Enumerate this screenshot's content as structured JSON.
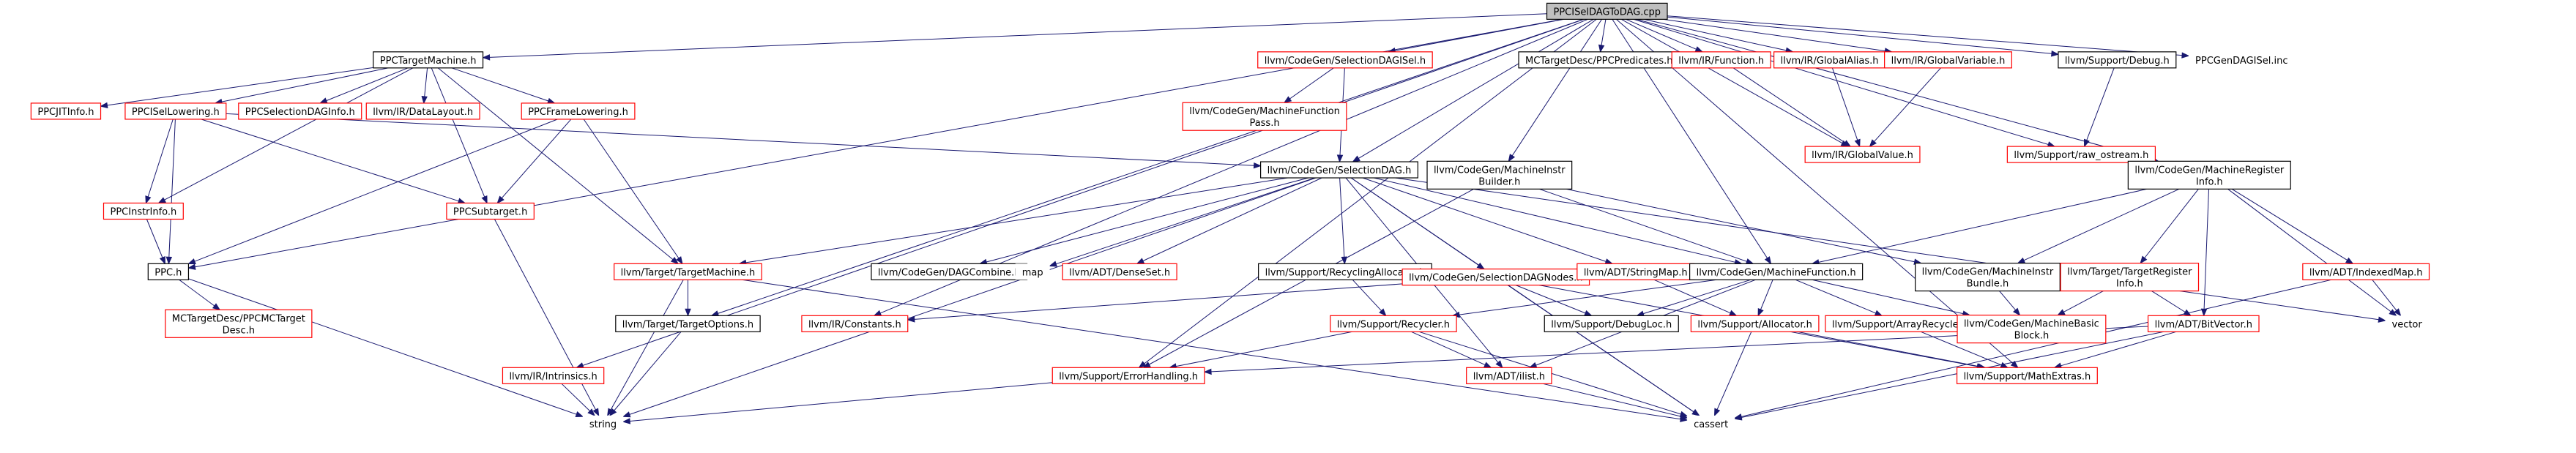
{
  "colors": {
    "root_fill": "#bfbfbf",
    "box_border": "#000000",
    "missing_border": "#ff0000",
    "edge": "#191970",
    "background": "#ffffff"
  },
  "nodes": [
    {
      "id": "root",
      "lines": [
        "PPCISelDAGToDAG.cpp"
      ],
      "style": "root"
    },
    {
      "id": "ppctm",
      "lines": [
        "PPCTargetMachine.h"
      ],
      "style": "normal"
    },
    {
      "id": "cgsdagisel",
      "lines": [
        "llvm/CodeGen/SelectionDAGISel.h"
      ],
      "style": "missing"
    },
    {
      "id": "mcpred",
      "lines": [
        "MCTargetDesc/PPCPredicates.h"
      ],
      "style": "normal"
    },
    {
      "id": "irfunc",
      "lines": [
        "llvm/IR/Function.h"
      ],
      "style": "missing"
    },
    {
      "id": "irgalias",
      "lines": [
        "llvm/IR/GlobalAlias.h"
      ],
      "style": "missing"
    },
    {
      "id": "irgvar",
      "lines": [
        "llvm/IR/GlobalVariable.h"
      ],
      "style": "missing"
    },
    {
      "id": "debug",
      "lines": [
        "llvm/Support/Debug.h"
      ],
      "style": "normal"
    },
    {
      "id": "geninc",
      "lines": [
        "PPCGenDAGISel.inc"
      ],
      "style": "plain"
    },
    {
      "id": "jit",
      "lines": [
        "PPCJITInfo.h"
      ],
      "style": "missing"
    },
    {
      "id": "isellow",
      "lines": [
        "PPCISelLowering.h"
      ],
      "style": "missing"
    },
    {
      "id": "sdinfo",
      "lines": [
        "PPCSelectionDAGInfo.h"
      ],
      "style": "missing"
    },
    {
      "id": "datalayout",
      "lines": [
        "llvm/IR/DataLayout.h"
      ],
      "style": "missing"
    },
    {
      "id": "framelow",
      "lines": [
        "PPCFrameLowering.h"
      ],
      "style": "missing"
    },
    {
      "id": "mfpass",
      "lines": [
        "llvm/CodeGen/MachineFunction",
        "Pass.h"
      ],
      "style": "missing"
    },
    {
      "id": "gvalue",
      "lines": [
        "llvm/IR/GlobalValue.h"
      ],
      "style": "missing"
    },
    {
      "id": "rawos",
      "lines": [
        "llvm/Support/raw_ostream.h"
      ],
      "style": "missing"
    },
    {
      "id": "instrinfo",
      "lines": [
        "PPCInstrInfo.h"
      ],
      "style": "missing"
    },
    {
      "id": "subtarget",
      "lines": [
        "PPCSubtarget.h"
      ],
      "style": "missing"
    },
    {
      "id": "sdag",
      "lines": [
        "llvm/CodeGen/SelectionDAG.h"
      ],
      "style": "normal"
    },
    {
      "id": "mib",
      "lines": [
        "llvm/CodeGen/MachineInstr",
        "Builder.h"
      ],
      "style": "normal"
    },
    {
      "id": "mreginfo",
      "lines": [
        "llvm/CodeGen/MachineRegister",
        "Info.h"
      ],
      "style": "normal"
    },
    {
      "id": "ppch",
      "lines": [
        "PPC.h"
      ],
      "style": "normal"
    },
    {
      "id": "ttm",
      "lines": [
        "llvm/Target/TargetMachine.h"
      ],
      "style": "missing"
    },
    {
      "id": "dagcombine",
      "lines": [
        "llvm/CodeGen/DAGCombine.h"
      ],
      "style": "normal"
    },
    {
      "id": "map",
      "lines": [
        "map"
      ],
      "style": "plain"
    },
    {
      "id": "densesetn",
      "lines": [
        "llvm/ADT/DenseSet.h"
      ],
      "style": "missing"
    },
    {
      "id": "recalloc",
      "lines": [
        "llvm/Support/RecyclingAllocator.h"
      ],
      "style": "normal"
    },
    {
      "id": "sdnodes",
      "lines": [
        "llvm/CodeGen/SelectionDAGNodes.h"
      ],
      "style": "missing"
    },
    {
      "id": "strmap",
      "lines": [
        "llvm/ADT/StringMap.h"
      ],
      "style": "missing"
    },
    {
      "id": "mfunc",
      "lines": [
        "llvm/CodeGen/MachineFunction.h"
      ],
      "style": "normal"
    },
    {
      "id": "mibundle",
      "lines": [
        "llvm/CodeGen/MachineInstr",
        "Bundle.h"
      ],
      "style": "normal"
    },
    {
      "id": "ttreg",
      "lines": [
        "llvm/Target/TargetRegister",
        "Info.h"
      ],
      "style": "missing"
    },
    {
      "id": "idxmap",
      "lines": [
        "llvm/ADT/IndexedMap.h"
      ],
      "style": "missing"
    },
    {
      "id": "mctdesc",
      "lines": [
        "MCTargetDesc/PPCMCTarget",
        "Desc.h"
      ],
      "style": "missing"
    },
    {
      "id": "topts",
      "lines": [
        "llvm/Target/TargetOptions.h"
      ],
      "style": "normal"
    },
    {
      "id": "irconst",
      "lines": [
        "llvm/IR/Constants.h"
      ],
      "style": "missing"
    },
    {
      "id": "recycler",
      "lines": [
        "llvm/Support/Recycler.h"
      ],
      "style": "missing"
    },
    {
      "id": "debugloc",
      "lines": [
        "llvm/Support/DebugLoc.h"
      ],
      "style": "normal"
    },
    {
      "id": "allocator",
      "lines": [
        "llvm/Support/Allocator.h"
      ],
      "style": "missing"
    },
    {
      "id": "arrrec",
      "lines": [
        "llvm/Support/ArrayRecycler.h"
      ],
      "style": "missing"
    },
    {
      "id": "mbb",
      "lines": [
        "llvm/CodeGen/MachineBasic",
        "Block.h"
      ],
      "style": "missing"
    },
    {
      "id": "bitvec",
      "lines": [
        "llvm/ADT/BitVector.h"
      ],
      "style": "missing"
    },
    {
      "id": "vector",
      "lines": [
        "vector"
      ],
      "style": "plain"
    },
    {
      "id": "intrinsics",
      "lines": [
        "llvm/IR/Intrinsics.h"
      ],
      "style": "missing"
    },
    {
      "id": "errh",
      "lines": [
        "llvm/Support/ErrorHandling.h"
      ],
      "style": "missing"
    },
    {
      "id": "ilist",
      "lines": [
        "llvm/ADT/ilist.h"
      ],
      "style": "missing"
    },
    {
      "id": "mathext",
      "lines": [
        "llvm/Support/MathExtras.h"
      ],
      "style": "missing"
    },
    {
      "id": "string",
      "lines": [
        "string"
      ],
      "style": "plain"
    },
    {
      "id": "cassert",
      "lines": [
        "cassert"
      ],
      "style": "plain"
    }
  ],
  "edges": [
    [
      "root",
      "ppctm"
    ],
    [
      "root",
      "cgsdagisel"
    ],
    [
      "root",
      "mcpred"
    ],
    [
      "root",
      "irfunc"
    ],
    [
      "root",
      "irgalias"
    ],
    [
      "root",
      "irgvar"
    ],
    [
      "root",
      "debug"
    ],
    [
      "root",
      "geninc"
    ],
    [
      "root",
      "ppch"
    ],
    [
      "root",
      "sdag"
    ],
    [
      "root",
      "gvalue"
    ],
    [
      "root",
      "rawos"
    ],
    [
      "root",
      "mib"
    ],
    [
      "root",
      "mreginfo"
    ],
    [
      "root",
      "mfunc"
    ],
    [
      "root",
      "topts"
    ],
    [
      "root",
      "irconst"
    ],
    [
      "root",
      "intrinsics"
    ],
    [
      "root",
      "errh"
    ],
    [
      "root",
      "mathext"
    ],
    [
      "ppctm",
      "jit"
    ],
    [
      "ppctm",
      "isellow"
    ],
    [
      "ppctm",
      "sdinfo"
    ],
    [
      "ppctm",
      "datalayout"
    ],
    [
      "ppctm",
      "framelow"
    ],
    [
      "ppctm",
      "instrinfo"
    ],
    [
      "ppctm",
      "subtarget"
    ],
    [
      "ppctm",
      "ttm"
    ],
    [
      "cgsdagisel",
      "mfpass"
    ],
    [
      "cgsdagisel",
      "sdag"
    ],
    [
      "irfunc",
      "gvalue"
    ],
    [
      "irgalias",
      "gvalue"
    ],
    [
      "irgvar",
      "gvalue"
    ],
    [
      "debug",
      "rawos"
    ],
    [
      "isellow",
      "instrinfo"
    ],
    [
      "isellow",
      "subtarget"
    ],
    [
      "isellow",
      "ppch"
    ],
    [
      "isellow",
      "sdag"
    ],
    [
      "framelow",
      "subtarget"
    ],
    [
      "framelow",
      "ppch"
    ],
    [
      "framelow",
      "ttm"
    ],
    [
      "instrinfo",
      "ppch"
    ],
    [
      "subtarget",
      "string"
    ],
    [
      "sdag",
      "ttm"
    ],
    [
      "sdag",
      "dagcombine"
    ],
    [
      "sdag",
      "map"
    ],
    [
      "sdag",
      "densesetn"
    ],
    [
      "sdag",
      "recalloc"
    ],
    [
      "sdag",
      "sdnodes"
    ],
    [
      "sdag",
      "strmap"
    ],
    [
      "sdag",
      "mfunc"
    ],
    [
      "sdag",
      "vector"
    ],
    [
      "sdag",
      "string"
    ],
    [
      "sdag",
      "cassert"
    ],
    [
      "sdag",
      "ilist"
    ],
    [
      "mib",
      "mibundle"
    ],
    [
      "mib",
      "mfunc"
    ],
    [
      "mib",
      "errh"
    ],
    [
      "mreginfo",
      "mibundle"
    ],
    [
      "mreginfo",
      "mfunc"
    ],
    [
      "mreginfo",
      "ttreg"
    ],
    [
      "mreginfo",
      "idxmap"
    ],
    [
      "mreginfo",
      "bitvec"
    ],
    [
      "mreginfo",
      "vector"
    ],
    [
      "ppch",
      "mctdesc"
    ],
    [
      "ppch",
      "string"
    ],
    [
      "ttm",
      "topts"
    ],
    [
      "ttm",
      "string"
    ],
    [
      "ttm",
      "cassert"
    ],
    [
      "recalloc",
      "recycler"
    ],
    [
      "sdnodes",
      "irconst"
    ],
    [
      "sdnodes",
      "debugloc"
    ],
    [
      "sdnodes",
      "mathext"
    ],
    [
      "sdnodes",
      "cassert"
    ],
    [
      "strmap",
      "allocator"
    ],
    [
      "mfunc",
      "recycler"
    ],
    [
      "mfunc",
      "debugloc"
    ],
    [
      "mfunc",
      "allocator"
    ],
    [
      "mfunc",
      "arrrec"
    ],
    [
      "mfunc",
      "mbb"
    ],
    [
      "mfunc",
      "ilist"
    ],
    [
      "mibundle",
      "mbb"
    ],
    [
      "ttreg",
      "mbb"
    ],
    [
      "ttreg",
      "bitvec"
    ],
    [
      "idxmap",
      "vector"
    ],
    [
      "idxmap",
      "cassert"
    ],
    [
      "topts",
      "string"
    ],
    [
      "recycler",
      "errh"
    ],
    [
      "recycler",
      "ilist"
    ],
    [
      "recycler",
      "cassert"
    ],
    [
      "allocator",
      "mathext"
    ],
    [
      "allocator",
      "cassert"
    ],
    [
      "arrrec",
      "mathext"
    ],
    [
      "bitvec",
      "errh"
    ],
    [
      "bitvec",
      "mathext"
    ],
    [
      "bitvec",
      "cassert"
    ],
    [
      "intrinsics",
      "string"
    ],
    [
      "errh",
      "string"
    ],
    [
      "ilist",
      "cassert"
    ]
  ]
}
